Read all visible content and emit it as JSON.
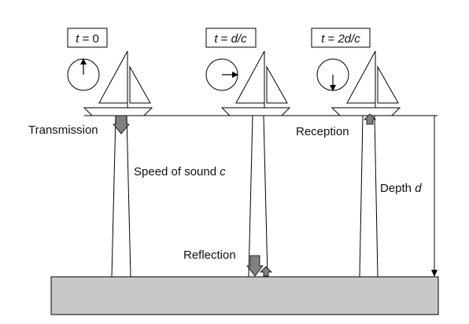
{
  "clocks": [
    {
      "label_plain": "t = ",
      "label_italic": "0",
      "full": "t = 0"
    },
    {
      "label_plain": "t = ",
      "label_italic": "d/c",
      "full": "t = d/c"
    },
    {
      "label_plain": "t = ",
      "label_italic": "2d/c",
      "full": "t = 2d/c"
    }
  ],
  "labels": {
    "transmission": "Transmission",
    "speed_text": "Speed of sound ",
    "speed_var": "c",
    "reflection": "Reflection",
    "reception": "Reception",
    "depth_text": "Depth ",
    "depth_var": "d"
  },
  "colors": {
    "seabed": "#c8c8c8",
    "arrow_fill": "#808080",
    "line": "#000000"
  }
}
